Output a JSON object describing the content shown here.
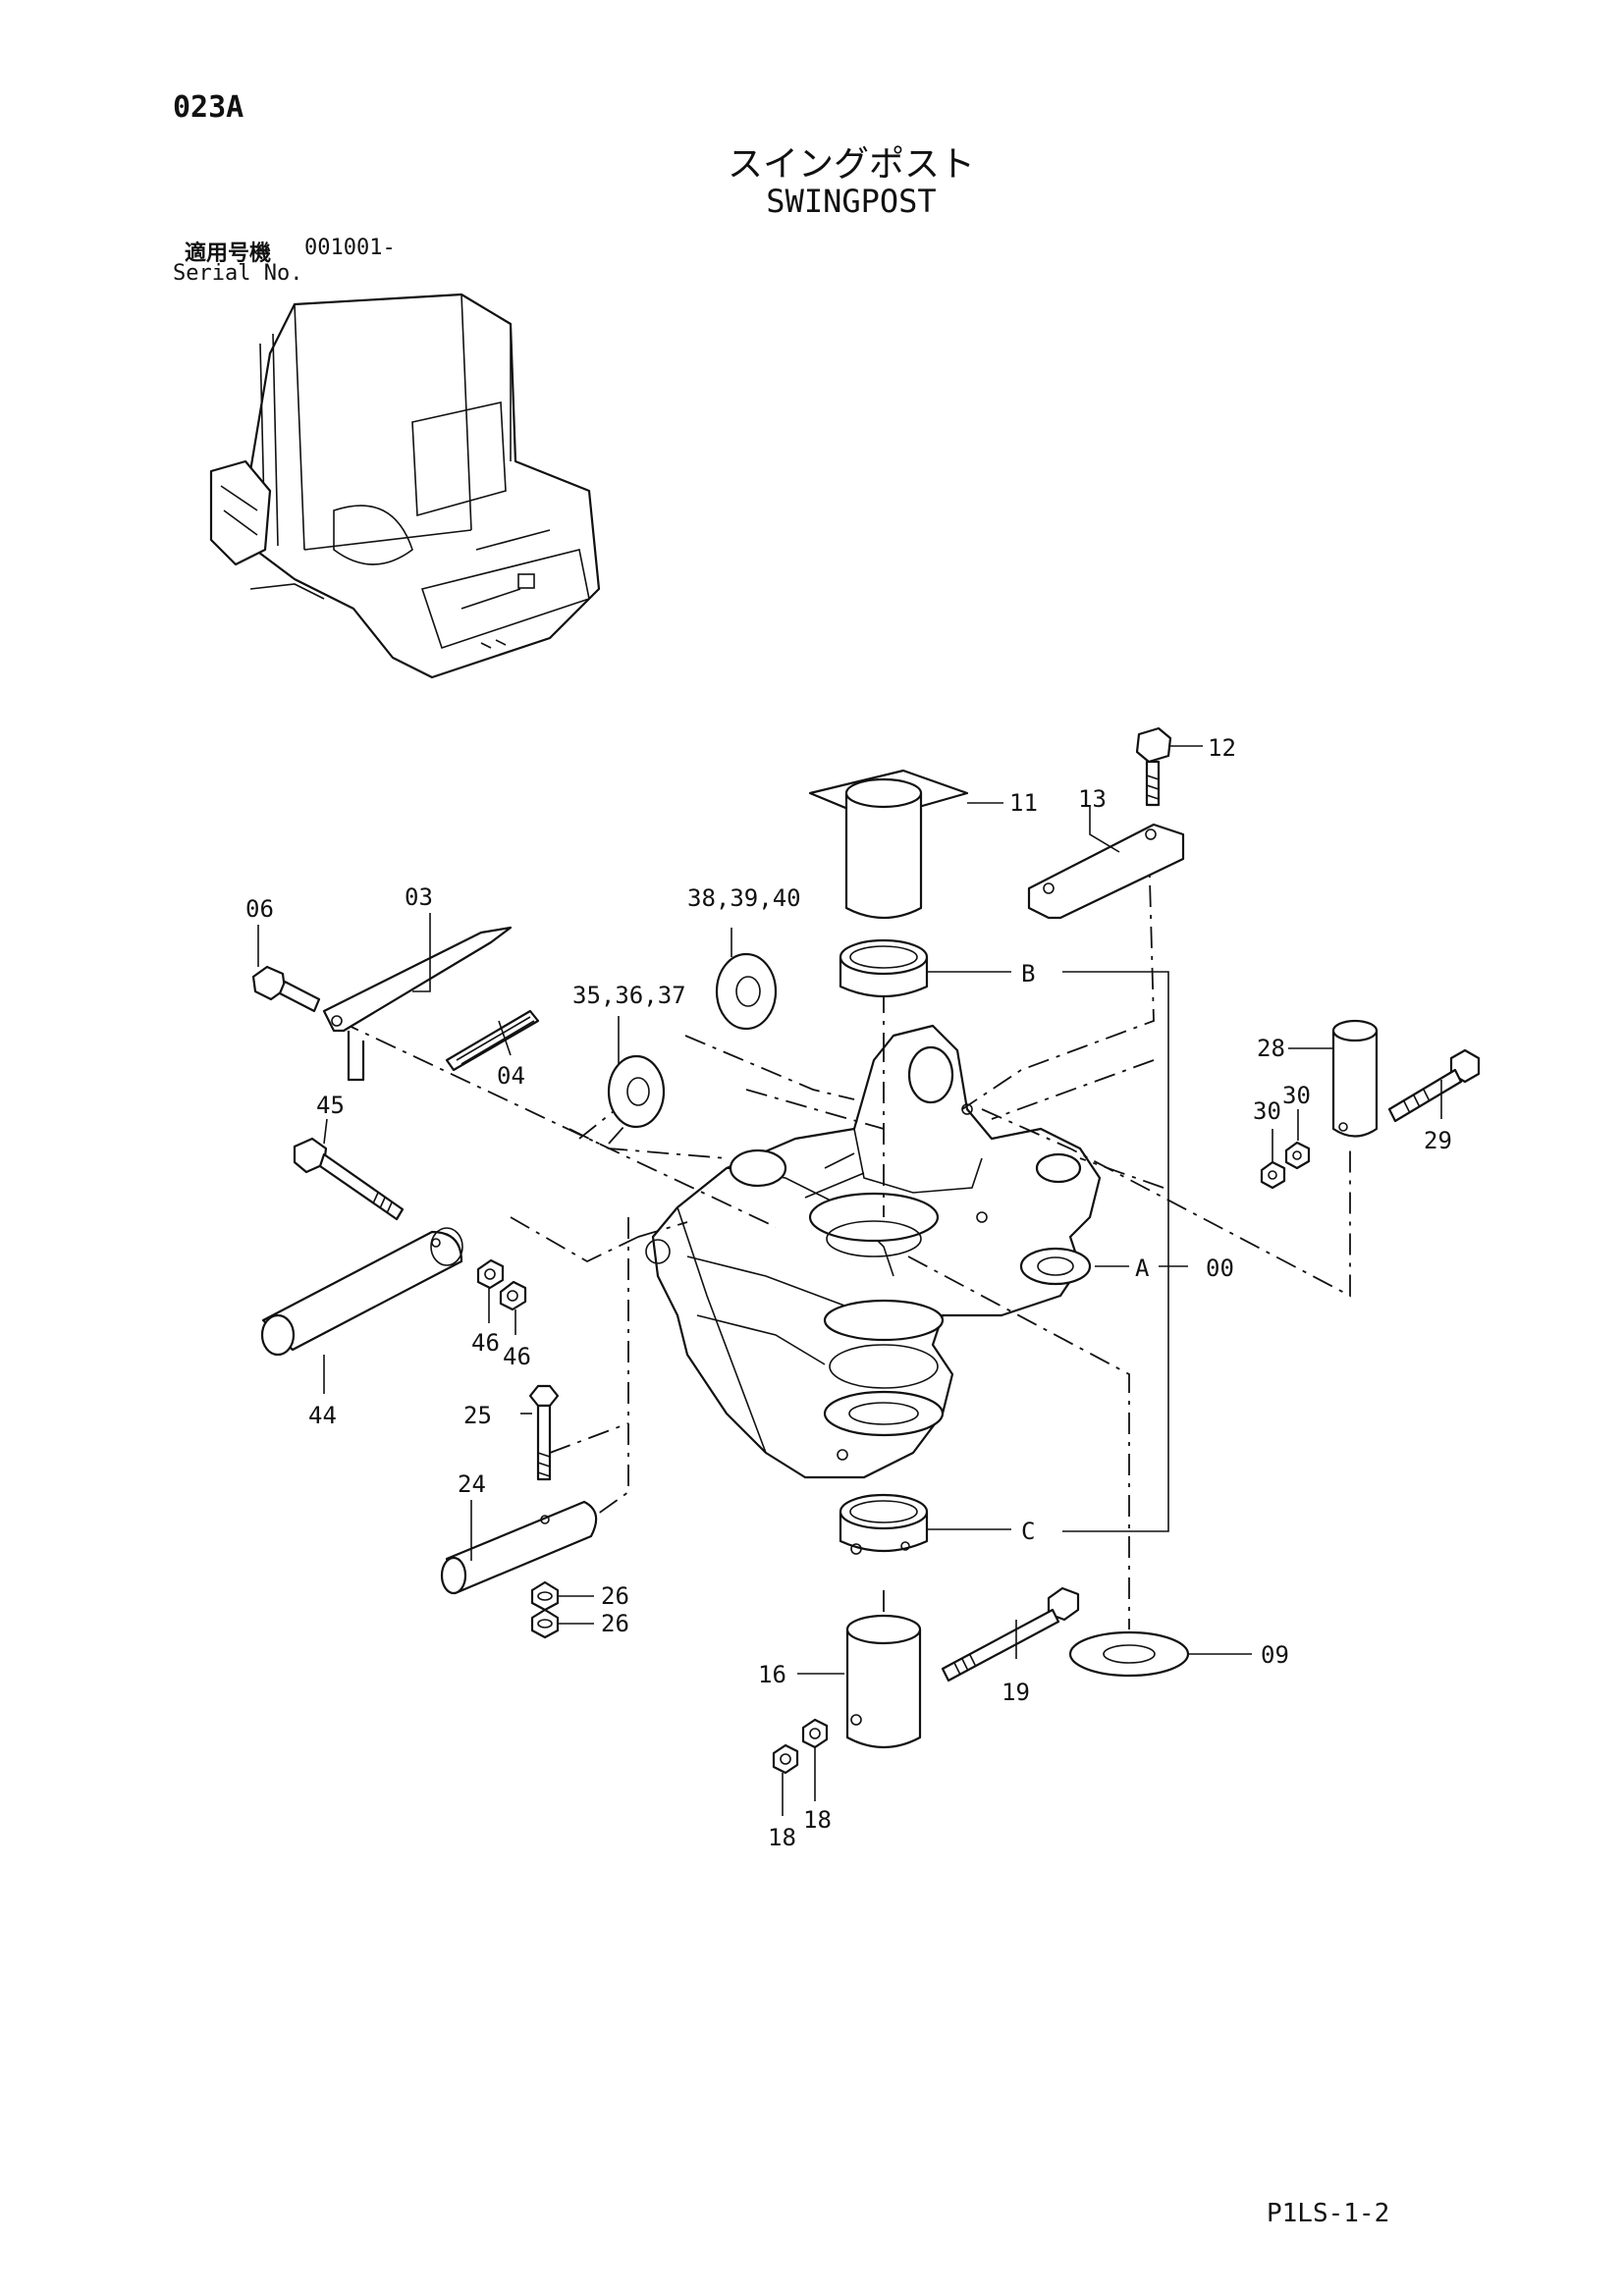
{
  "page_code": "023A",
  "title_ja": "スイングポスト",
  "title_en": "SWINGPOST",
  "serial": {
    "label_ja": "適用号機",
    "value": "001001-",
    "label_en": "Serial No."
  },
  "footer_code": "P1LS-1-2",
  "callouts": {
    "p00": "00",
    "p03": "03",
    "p04": "04",
    "p06": "06",
    "p09": "09",
    "p11": "11",
    "p12": "12",
    "p13": "13",
    "p16": "16",
    "p18a": "18",
    "p18b": "18",
    "p19": "19",
    "p24": "24",
    "p25": "25",
    "p26a": "26",
    "p26b": "26",
    "p28": "28",
    "p29": "29",
    "p30a": "30",
    "p30b": "30",
    "p35": "35,36,37",
    "p38": "38,39,40",
    "p44": "44",
    "p45": "45",
    "p46a": "46",
    "p46b": "46",
    "refA": "A",
    "refB": "B",
    "refC": "C"
  }
}
